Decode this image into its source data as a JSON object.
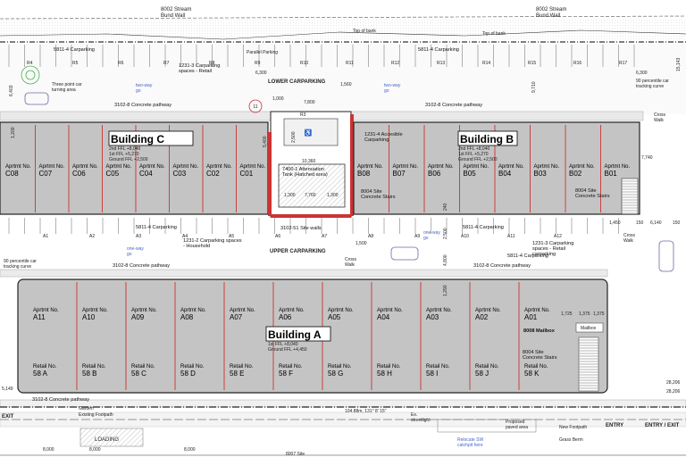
{
  "labels": {
    "stream_bund_left": "8002 Stream\nBund Wall",
    "stream_bund_right": "8002 Stream\nBund Wall",
    "top_of_bank_1": "Top of bank",
    "top_of_bank_2": "Top of bank",
    "parallel_parking": "Parallel Parking",
    "carparking_5811_1": "5811-4 Carparking",
    "carparking_5811_2": "5811-4 Carparking",
    "carparking_5811_3": "5811-4 Carparking",
    "carparking_5811_4": "5811-4 Carparking",
    "carparking_5811_5": "5811-4 Carparking",
    "retail_carparking_1": "1231-3 Carparking\nspaces - Retail",
    "retail_carparking_2": "1231-3 Carparking\nspaces - Retail\ncarparking",
    "household_carparking": "1231-2 Carparking spaces\n- Household",
    "lower_carparking": "LOWER CARPARKING",
    "upper_carparking": "UPPER CARPARKING",
    "pathway_1": "3102-8 Concrete pathway",
    "pathway_2": "3102-8 Concrete pathway",
    "pathway_3": "3102-8 Concrete pathway",
    "pathway_4": "3102-8 Concrete pathway",
    "pathway_5": "3102-8 Concrete pathway",
    "accessible_carparking": "1231-4 Accesible\nCarparking",
    "attenuation_tank": "7400-1 Attenuation\nTank (Hatched area)",
    "site_stairs_1": "8004 Site\nConcrete Stairs",
    "site_stairs_2": "8004 Site\nConcrete Stairs",
    "site_stairs_3": "8004 Site\nConcrete Stairs",
    "site_walls": "3102-51 Site walls",
    "mailbox": "8008 Mailbox",
    "mailbox_small": "Mailbox",
    "three_point_turn": "Three point car\nturning area",
    "tracking_curve_1": "90 percentile car\ntracking curve",
    "tracking_curve_2": "90 percentile car\ntracking curve",
    "two_way_1": "two-way\ngo",
    "two_way_2": "two-way\ngo",
    "one_way_1": "one-way\ngo",
    "one_way_2": "one-way\ngo",
    "existing_footpath": "Existing Footpath",
    "garden": "Garden",
    "loading": "LOADING",
    "proposed_paved": "Proposed\npaved area",
    "ex_streetlight": "Ex.\nstreetlight",
    "relocate_catchpit": "Relocate SW\ncatchpit here",
    "new_footpath": "New Footpath",
    "grass_berm": "Grass Berm",
    "entry_exit_1": "ENTRY / EXIT",
    "entry_exit_2": "EXIT",
    "entry": "ENTRY",
    "site_bottom": "8007 Site",
    "boundary_dim": "104.88m, 131° 8' 15\"",
    "cross_walk_1": "Cross\nWalk",
    "cross_walk_2": "Cross\nWalk",
    "cross_walk_3": "Cross\nWalk"
  },
  "dims": {
    "d6300a": "6,300",
    "d6300b": "6,300",
    "d1000": "1,000",
    "d7800": "7,800",
    "d1560": "1,560",
    "d2500a": "2,500",
    "d10360": "10,360",
    "d7760": "7,760",
    "d1300a": "1,300",
    "d1300b": "1,300",
    "d5400": "5,400",
    "d1200": "1,200",
    "d9710": "9,710",
    "d7740": "7,740",
    "d1450": "1,450",
    "d150": "150",
    "d6140": "6,140",
    "d150b": "150",
    "d2500b": "2,500",
    "d4800": "4,800",
    "d1500": "1,500",
    "d1290": "1,290",
    "d8000a": "8,000",
    "d8000b": "8,000",
    "d8000c": "8,000",
    "d5149": "5,149",
    "d15143": "15,143",
    "d28206": "28,206",
    "d28206b": "28,206",
    "d6403": "6,403",
    "d240": "240",
    "d1725": "1,725",
    "d1375": "1,375",
    "d1375b": "1,375",
    "r3": "R3",
    "r11": "11"
  },
  "top_spaces": [
    "R4",
    "R5",
    "R6",
    "R7",
    "R8",
    "R9",
    "R10",
    "R11",
    "R12",
    "R13",
    "R14",
    "R15",
    "R16",
    "R17"
  ],
  "mid_spaces": [
    "A1",
    "A2",
    "A3",
    "A4",
    "A5",
    "A6",
    "A7",
    "A8",
    "A9",
    "A10",
    "A11",
    "A12"
  ],
  "building_c": {
    "name": "Building C",
    "levels": "2nd FFL +8,040\n1st FFL +5,270\nGround FFL +2,500",
    "units": [
      "C08",
      "C07",
      "C06",
      "C05",
      "C04",
      "C03",
      "C02",
      "C01"
    ]
  },
  "building_b": {
    "name": "Building B",
    "levels": "2nd FFL +8,040\n1st FFL +5,270\nGround FFL +2,500",
    "units": [
      "B08",
      "B07",
      "B06",
      "B05",
      "B04",
      "B03",
      "B02",
      "B01"
    ]
  },
  "building_a": {
    "name": "Building A",
    "levels": "1st FFL +8,040\nGround FFL +4,450",
    "units": [
      "A11",
      "A10",
      "A09",
      "A08",
      "A07",
      "A06",
      "A05",
      "A04",
      "A03",
      "A02",
      "A01"
    ],
    "retail": [
      "58 A",
      "58 B",
      "58 C",
      "58 D",
      "58 E",
      "58 F",
      "58 G",
      "58 H",
      "58 I",
      "58 J",
      "58 K"
    ]
  },
  "apt_prefix": "Aprtmt No.",
  "retail_prefix": "Retail No."
}
